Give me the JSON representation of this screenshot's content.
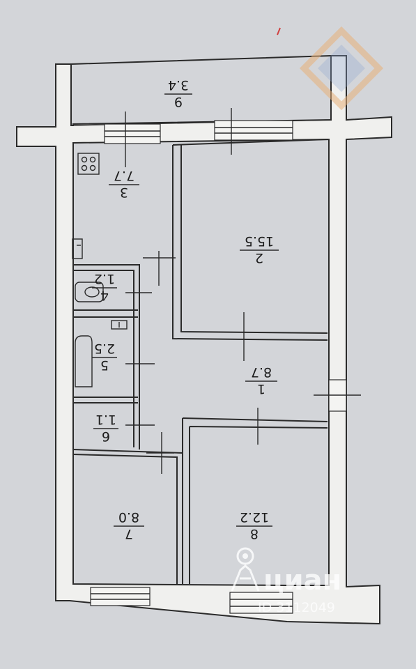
{
  "rooms": [
    {
      "id": "1",
      "area": "8.7"
    },
    {
      "id": "2",
      "area": "15.5"
    },
    {
      "id": "3",
      "area": "7.7"
    },
    {
      "id": "4",
      "area": "1.2"
    },
    {
      "id": "5",
      "area": "2.5"
    },
    {
      "id": "6",
      "area": "1.1"
    },
    {
      "id": "7",
      "area": "8.0"
    },
    {
      "id": "8",
      "area": "12.2"
    },
    {
      "id": "9",
      "area": "3.4"
    }
  ],
  "watermark": {
    "brand": "циан",
    "id_text": "ID 3112049"
  },
  "colors": {
    "background": "#d3d5d9",
    "wall_fill": "#f0f0ee",
    "line": "#2a2a2a",
    "logo_orange": "#e8b27a",
    "logo_blue": "#8fa6cf"
  }
}
